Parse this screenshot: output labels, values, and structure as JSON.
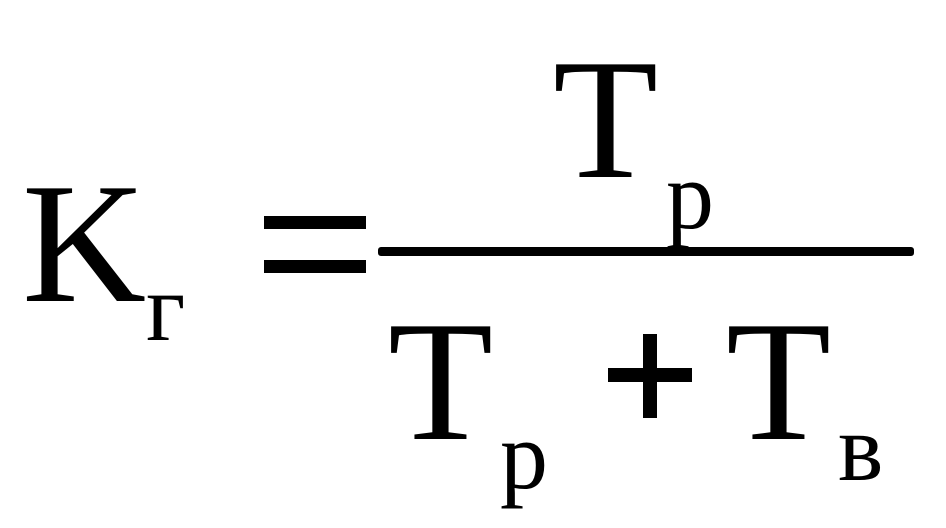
{
  "formula": {
    "lhs": {
      "symbol": "K",
      "subscript": "г"
    },
    "operator": "=",
    "numerator": {
      "symbol": "T",
      "subscript": "р"
    },
    "denominator": {
      "term1": {
        "symbol": "T",
        "subscript": "р"
      },
      "operator": "+",
      "term2": {
        "symbol": "T",
        "subscript": "в"
      }
    }
  }
}
